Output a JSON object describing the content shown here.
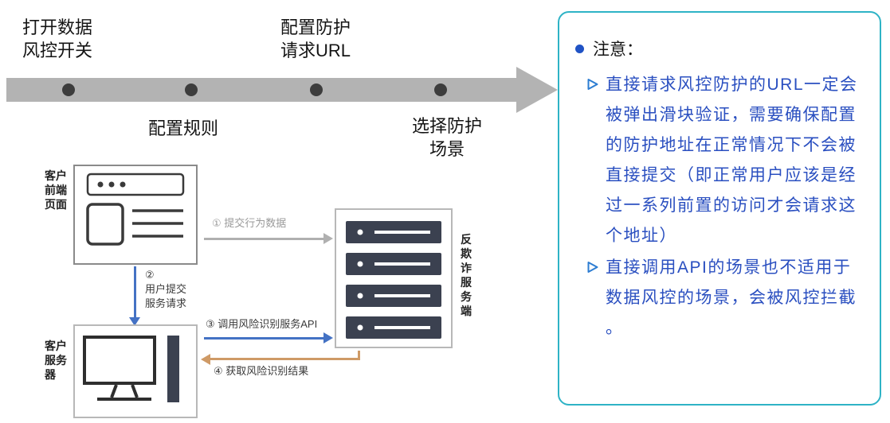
{
  "timeline": {
    "steps": [
      {
        "label": "打开数据\n风控开关",
        "position": "above"
      },
      {
        "label": "配置规则",
        "position": "below"
      },
      {
        "label": "配置防护\n请求URL",
        "position": "above"
      },
      {
        "label": "选择防护\n场景",
        "position": "below"
      }
    ]
  },
  "flow": {
    "nodes": [
      {
        "id": "customer-frontend",
        "label": "客户\n前端\n页面",
        "icon": "browser-window-icon"
      },
      {
        "id": "antifraud-server",
        "label": "反\n欺\n诈\n服\n务\n端",
        "icon": "server-rack-icon"
      },
      {
        "id": "customer-server",
        "label": "客户\n服务\n器",
        "icon": "desktop-computer-icon"
      }
    ],
    "edges": [
      {
        "step": 1,
        "label": "① 提交行为数据"
      },
      {
        "step": 2,
        "label": "②\n用户提交\n服务请求"
      },
      {
        "step": 3,
        "label": "③ 调用风险识别服务API"
      },
      {
        "step": 4,
        "label": "④ 获取风险识别结果"
      }
    ]
  },
  "note": {
    "bullet_icon": "filled-circle",
    "marker_icon": "arrowhead-outline",
    "title": "注意：",
    "items": [
      "直接请求风控防护的URL一定会被弹出滑块验证，需要确保配置的防护地址在正常情况下不会被直接提交（即正常用户应该是经过一系列前置的访问才会请求这个地址）",
      "直接调用API的场景也不适用于数据风控的场景，会被风控拦截 。"
    ]
  },
  "colors": {
    "note_border": "#2eb3c6",
    "note_text": "#2a4fc0",
    "note_marker": "#2d7dd2",
    "note_bullet": "#2053c5",
    "timeline_arrow": "#b3b3b3",
    "timeline_dot": "#3d3d3d",
    "edge_gray": "#b0b0b0",
    "edge_blue": "#4472c4",
    "edge_orange": "#cf9a66"
  }
}
